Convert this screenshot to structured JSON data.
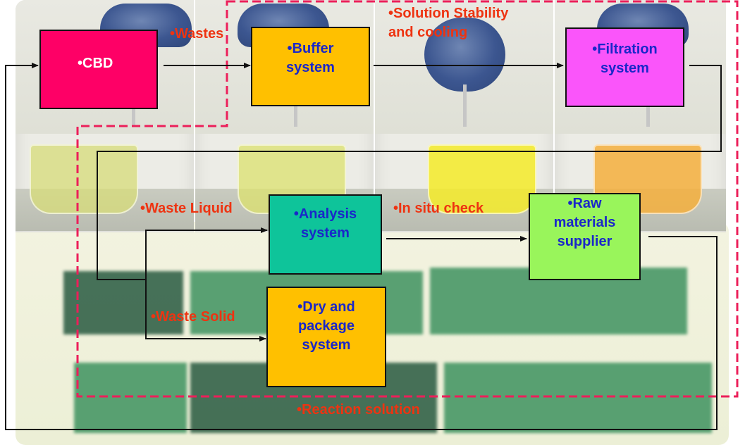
{
  "colors": {
    "cbd": "#fe0066",
    "buffer": "#ffc000",
    "filtration": "#fa55fa",
    "analysis": "#0ec49a",
    "raw": "#99f55b",
    "dry": "#ffc000",
    "node_text": "#1a27c9",
    "label_text": "#ee3311",
    "dashed_boundary": "#ec1f5a",
    "arrow": "#111111"
  },
  "nodes": {
    "cbd": "•CBD",
    "buffer": "•Buffer\nsystem",
    "filtration": "•Filtration\nsystem",
    "analysis": "•Analysis\nsystem",
    "raw": "•Raw\nmaterials\nsupplier",
    "dry": "•Dry and\npackage\nsystem"
  },
  "edge_labels": {
    "wastes": "•Wastes",
    "stability": "•Solution Stability\nand cooling",
    "waste_liquid": "•Waste Liquid",
    "in_situ": "•In situ check",
    "waste_solid": "•Waste Solid",
    "reaction": "•Reaction solution"
  }
}
